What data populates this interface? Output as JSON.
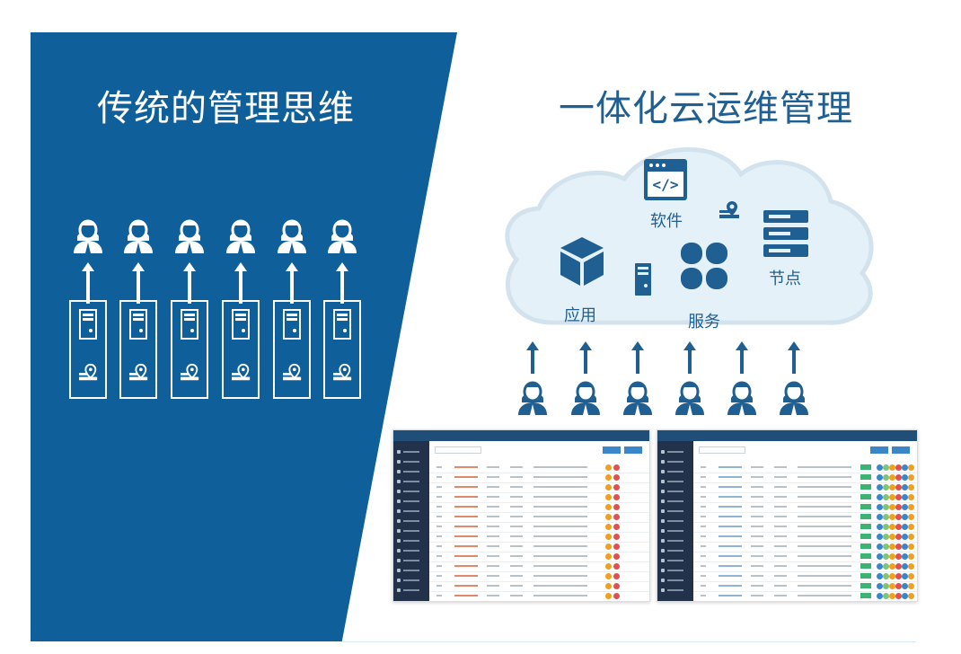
{
  "left_title": "传统的管理思维",
  "right_title": "一体化云运维管理",
  "cloud_labels": {
    "software": "软件",
    "app": "应用",
    "service": "服务",
    "node": "节点"
  },
  "colors": {
    "left_bg": "#0f5f9a",
    "accent": "#1f5f91",
    "cloud_fill": "#e4f1f8",
    "cloud_stroke": "#d3e3ee"
  },
  "icons": {
    "user": "user-icon",
    "server": "server-icon",
    "location": "location-icon",
    "code": "code-window-icon",
    "cube": "cube-icon",
    "flower": "service-icon",
    "stack": "node-stack-icon"
  }
}
